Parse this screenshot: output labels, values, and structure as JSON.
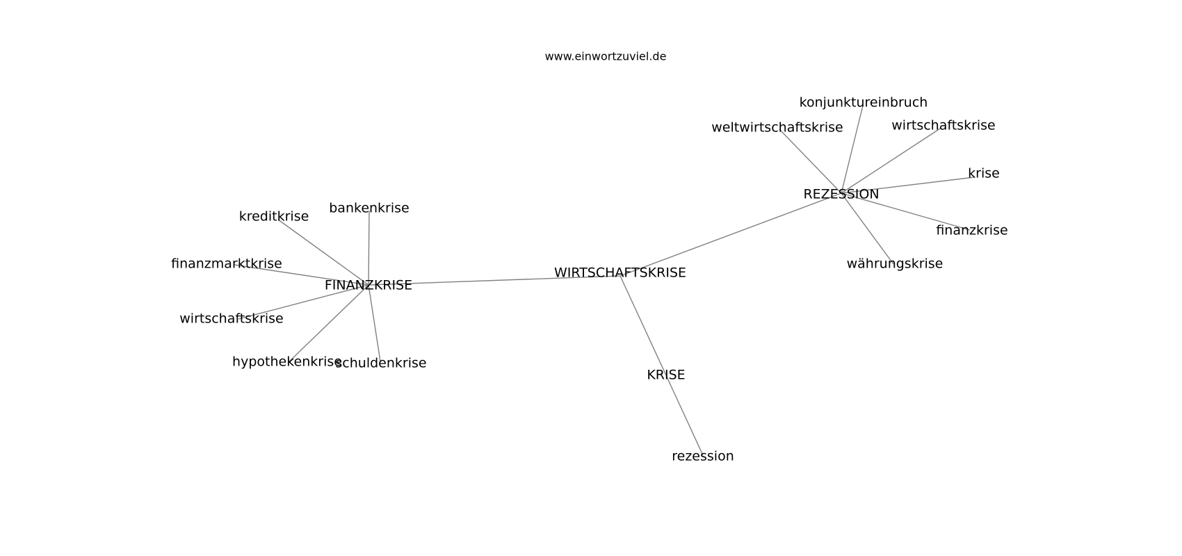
{
  "credit": "www.einwortzuviel.de",
  "nodes": [
    {
      "id": "wirtschaftskrise_hub",
      "label": "WIRTSCHAFTSKRISE"
    },
    {
      "id": "finanzkrise_hub",
      "label": "FINANZKRISE"
    },
    {
      "id": "rezession_hub",
      "label": "REZESSION"
    },
    {
      "id": "krise_hub",
      "label": "KRISE"
    },
    {
      "id": "bankenkrise",
      "label": "bankenkrise"
    },
    {
      "id": "kreditkrise",
      "label": "kreditkrise"
    },
    {
      "id": "finanzmarktkrise",
      "label": "finanzmarktkrise"
    },
    {
      "id": "wirtschaftskrise_fk",
      "label": "wirtschaftskrise"
    },
    {
      "id": "hypothekenkrise",
      "label": "hypothekenkrise"
    },
    {
      "id": "schuldenkrise",
      "label": "schuldenkrise"
    },
    {
      "id": "konjunktureinbruch",
      "label": "konjunktureinbruch"
    },
    {
      "id": "weltwirtschaftskrise",
      "label": "weltwirtschaftskrise"
    },
    {
      "id": "wirtschaftskrise_rz",
      "label": "wirtschaftskrise"
    },
    {
      "id": "krise_rz",
      "label": "krise"
    },
    {
      "id": "finanzkrise_rz",
      "label": "finanzkrise"
    },
    {
      "id": "waehrungskrise",
      "label": "währungskrise"
    },
    {
      "id": "rezession_kr",
      "label": "rezession"
    }
  ],
  "edges": [
    {
      "from": "wirtschaftskrise_hub",
      "to": "finanzkrise_hub"
    },
    {
      "from": "wirtschaftskrise_hub",
      "to": "rezession_hub"
    },
    {
      "from": "wirtschaftskrise_hub",
      "to": "krise_hub"
    },
    {
      "from": "finanzkrise_hub",
      "to": "bankenkrise"
    },
    {
      "from": "finanzkrise_hub",
      "to": "kreditkrise"
    },
    {
      "from": "finanzkrise_hub",
      "to": "finanzmarktkrise"
    },
    {
      "from": "finanzkrise_hub",
      "to": "wirtschaftskrise_fk"
    },
    {
      "from": "finanzkrise_hub",
      "to": "hypothekenkrise"
    },
    {
      "from": "finanzkrise_hub",
      "to": "schuldenkrise"
    },
    {
      "from": "rezession_hub",
      "to": "konjunktureinbruch"
    },
    {
      "from": "rezession_hub",
      "to": "weltwirtschaftskrise"
    },
    {
      "from": "rezession_hub",
      "to": "wirtschaftskrise_rz"
    },
    {
      "from": "rezession_hub",
      "to": "krise_rz"
    },
    {
      "from": "rezession_hub",
      "to": "finanzkrise_rz"
    },
    {
      "from": "rezession_hub",
      "to": "waehrungskrise"
    },
    {
      "from": "krise_hub",
      "to": "rezession_kr"
    }
  ]
}
